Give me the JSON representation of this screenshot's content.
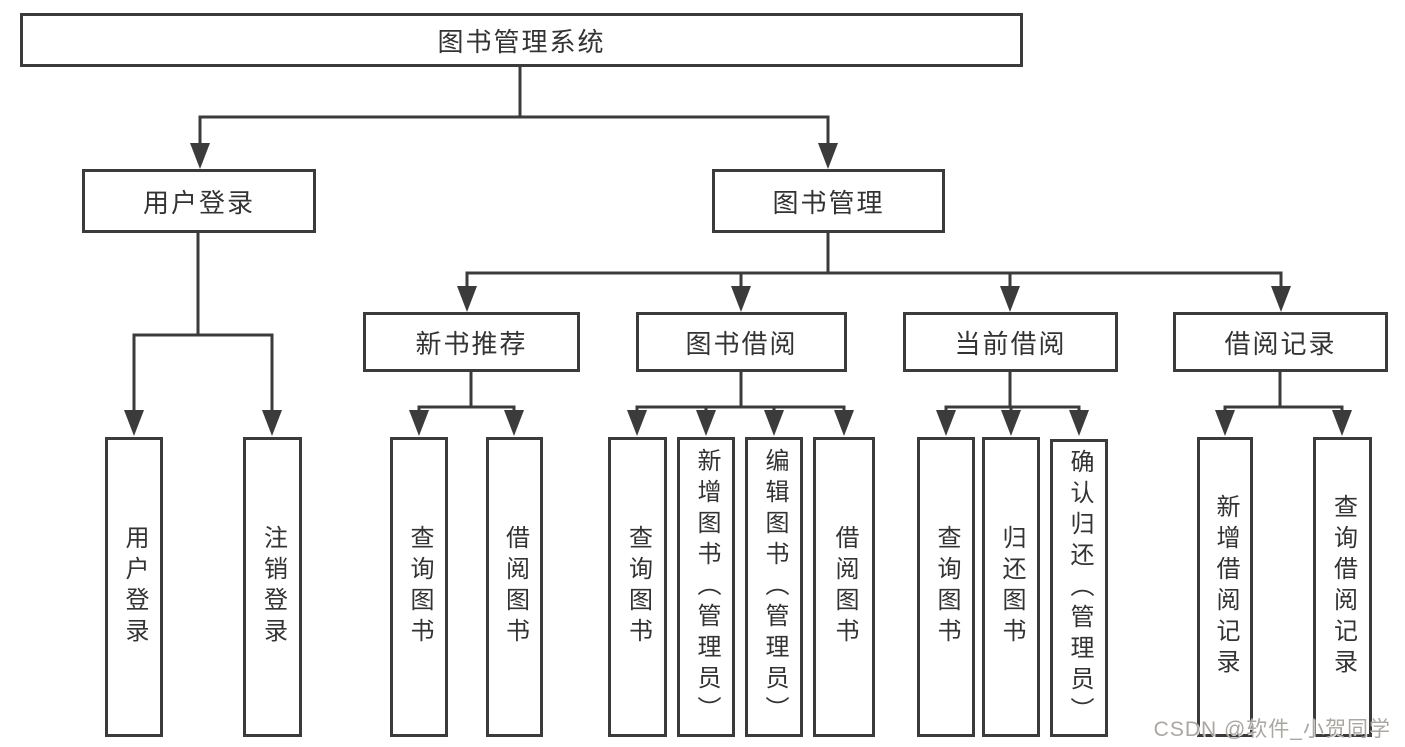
{
  "tree": {
    "label": "图书管理系统",
    "children": [
      {
        "label": "用户登录",
        "children": [
          {
            "label": "用户登录"
          },
          {
            "label": "注销登录"
          }
        ]
      },
      {
        "label": "图书管理",
        "children": [
          {
            "label": "新书推荐",
            "children": [
              {
                "label": "查询图书"
              },
              {
                "label": "借阅图书"
              }
            ]
          },
          {
            "label": "图书借阅",
            "children": [
              {
                "label": "查询图书"
              },
              {
                "label": "新增图书（管理员）"
              },
              {
                "label": "编辑图书（管理员）"
              },
              {
                "label": "借阅图书"
              }
            ]
          },
          {
            "label": "当前借阅",
            "children": [
              {
                "label": "查询图书"
              },
              {
                "label": "归还图书"
              },
              {
                "label": "确认归还（管理员）"
              }
            ]
          },
          {
            "label": "借阅记录",
            "children": [
              {
                "label": "新增借阅记录"
              },
              {
                "label": "查询借阅记录"
              }
            ]
          }
        ]
      }
    ]
  },
  "watermark": "CSDN @软件_小贺同学",
  "colors": {
    "line": "#3b3b3b",
    "text": "#333333",
    "background": "#ffffff",
    "watermark": "#aaa6a2"
  }
}
